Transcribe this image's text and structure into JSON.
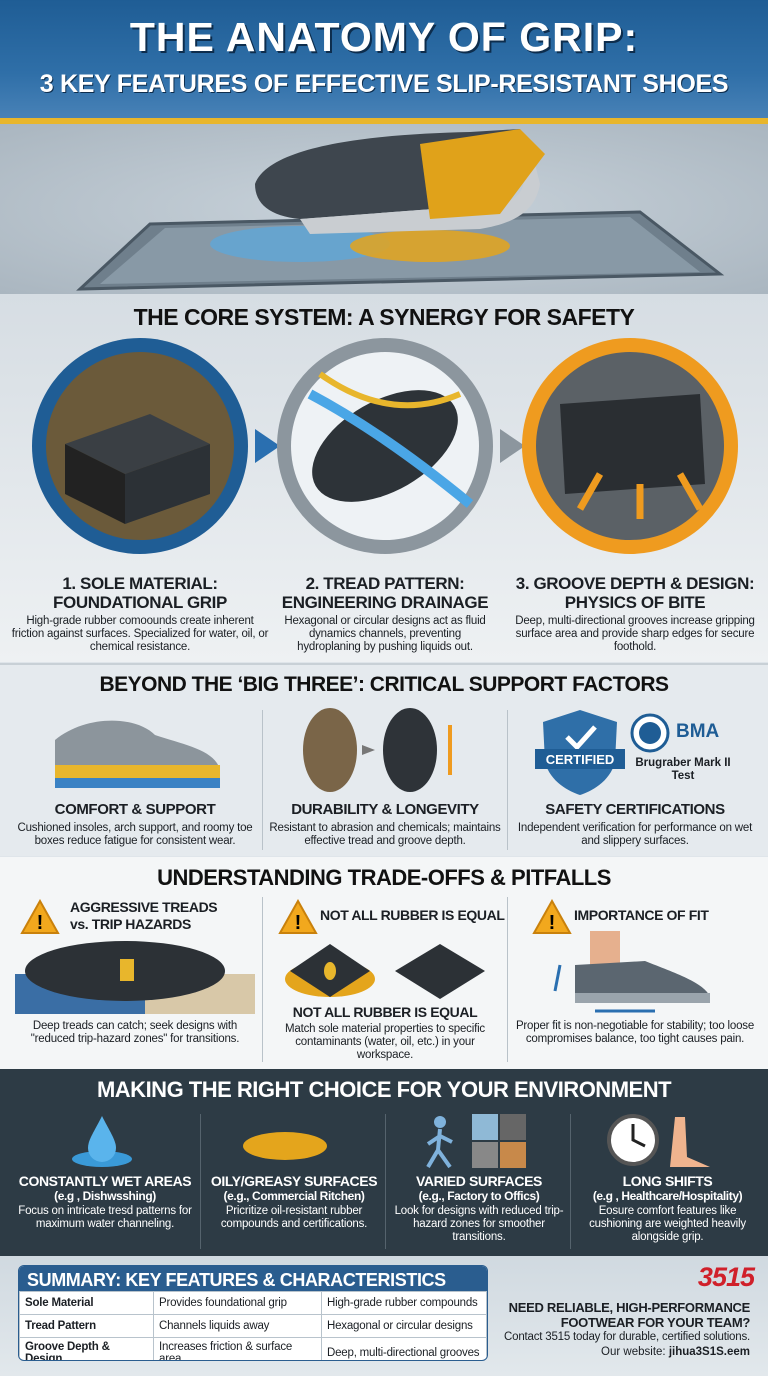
{
  "header": {
    "title": "THE ANATOMY OF GRIP:",
    "subtitle": "3 KEY FEATURES OF EFFECTIVE SLIP-RESISTANT SHOES"
  },
  "core": {
    "heading": "THE CORE SYSTEM: A SYNERGY FOR SAFETY",
    "items": [
      {
        "title1": "1. SOLE MATERIAL:",
        "title2": "FOUNDATIONAL GRIP",
        "desc": "High-grade rubber comoounds create inherent friction against surfaces. Specialized for water, oil, or chemical resistance.",
        "ring": "#2a6fb0"
      },
      {
        "title1": "2. TREAD PATTERN:",
        "title2": "ENGINEERING DRAINAGE",
        "desc": "Hexagonal or circular designs act as fluid dynamics channels, preventing hydroplaning by pushing liquids out.",
        "ring": "#8c969e"
      },
      {
        "title1": "3. GROOVE DEPTH & DESIGN:",
        "title2": "PHYSICS OF BITE",
        "desc": "Deep, multi-directional grooves increase gripping surface area and provide sharp edges for secure foothold.",
        "ring": "#ef9b1f"
      }
    ]
  },
  "support": {
    "heading": "BEYOND THE ‘BIG THREE’: CRITICAL SUPPORT FACTORS",
    "items": [
      {
        "title": "COMFORT & SUPPORT",
        "desc": "Cushioned insoles, arch support, and roomy toe boxes reduce fatigue for consistent wear."
      },
      {
        "title": "DURABILITY & LONGEVITY",
        "desc": "Resistant to abrasion and chemicals; maintains effective tread and groove depth."
      },
      {
        "title": "SAFETY CERTIFICATIONS",
        "desc": "Independent verification for performance on wet and slippery surfaces."
      }
    ],
    "badge": "CERTIFIED",
    "logo": "BMA",
    "test": "Brugraber Mark II Test"
  },
  "tradeoffs": {
    "heading": "UNDERSTANDING TRADE-OFFS & PITFALLS",
    "items": [
      {
        "title": "AGGRESSIVE TREADS vs. TRIP HAZARDS",
        "desc": "Deep treads can catch; seek designs with \"reduced trip-hazard zones\" for transitions."
      },
      {
        "title": "NOT ALL RUBBER IS EQUAL",
        "subtitle": "NOT ALL RUBBER IS EQUAL",
        "desc": "Match sole material properties to specific contaminants (water, oil, etc.) in your workspace."
      },
      {
        "title": "IMPORTANCE OF FIT",
        "desc": "Proper fit is non-negotiable for stability; too loose compromises balance, too tight causes pain."
      }
    ]
  },
  "environment": {
    "heading": "MAKING THE RIGHT CHOICE FOR YOUR ENVIRONMENT",
    "items": [
      {
        "title": "CONSTANTLY WET AREAS",
        "example": "(e.g , Dishwsshing)",
        "desc": "Focus on intricate tresd patterns for maximum water channeling.",
        "icon": "water-drop-icon"
      },
      {
        "title": "OILY/GREASY SURFACES",
        "example": "(e.g., Commercial Ritchen)",
        "desc": "Pricritize oil-resistant rubber compounds and certifications.",
        "icon": "oil-spill-icon"
      },
      {
        "title": "VARIED SURFACES",
        "example": "(e.g., Factory to Offics)",
        "desc": "Look for designs with reduced trip-hazard zones for smoother transitions.",
        "icon": "walking-person-icon"
      },
      {
        "title": "LONG SHIFTS",
        "example": "(e.g , Healthcare/Hospitality)",
        "desc": "Eosure comfort features like cushioning are weighted heavily alongside grip.",
        "icon": "clock-icon"
      }
    ]
  },
  "summary": {
    "heading": "SUMMARY: KEY FEATURES & CHARACTERISTICS",
    "rows": [
      [
        "Sole Material",
        "Provides foundational grip",
        "High-grade rubber compounds"
      ],
      [
        "Tread Pattern",
        "Channels liquids away",
        "Hexagonal or circular designs"
      ],
      [
        "Groove Depth & Design",
        "Increases friction & surface area",
        "Deep, multi-directional grooves"
      ]
    ]
  },
  "cta": {
    "brand": "3515",
    "line1": "NEED RELIABLE, HIGH-PERFORMANCE",
    "line2": "FOOTWEAR FOR YOUR TEAM?",
    "line3": "Contact 3515 today for durable, certified solutions.",
    "website_label": "Our website:",
    "website": "jihua3S1S.eem"
  },
  "colors": {
    "blue": "#2a5d8f",
    "yellow": "#e8b62c",
    "orange": "#ef9b1f",
    "dark": "#2d3b45",
    "red": "#d0202a"
  }
}
